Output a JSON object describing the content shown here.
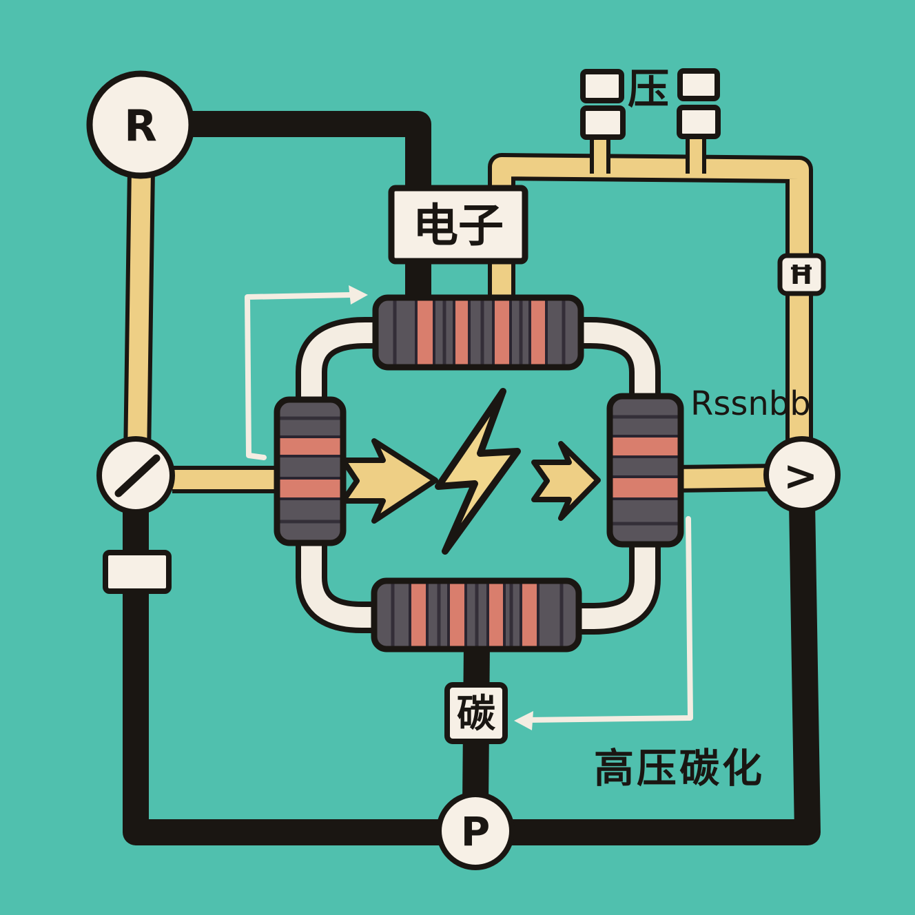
{
  "palette": {
    "background": "#50c0ae",
    "outline": "#1a1612",
    "wire_black": "#1a1612",
    "wire_yellow": "#eecf85",
    "wire_white": "#f4ede2",
    "component_fill": "#f7f0e6",
    "resistor_body": "#59545b",
    "resistor_band": "#d97e6d",
    "lightning_fill": "#f1d68c"
  },
  "nodes": {
    "r_label": "R",
    "p_label": "P",
    "compare_label": ">"
  },
  "labels": {
    "electron_box": "电子",
    "pressure_label": "压",
    "h_marker": "Ħ",
    "handwritten_note": "Rssnbb",
    "carbon_box": "碳",
    "caption": "高压碳化"
  },
  "icons": {
    "meter_needle_icon": "slash-needle",
    "lightning_icon": "lightning-bolt",
    "flow_arrow_icon": "right-arrow",
    "annotation_arrow_icon": "thin-white-arrow",
    "capacitor_icon": "parallel-plates"
  }
}
